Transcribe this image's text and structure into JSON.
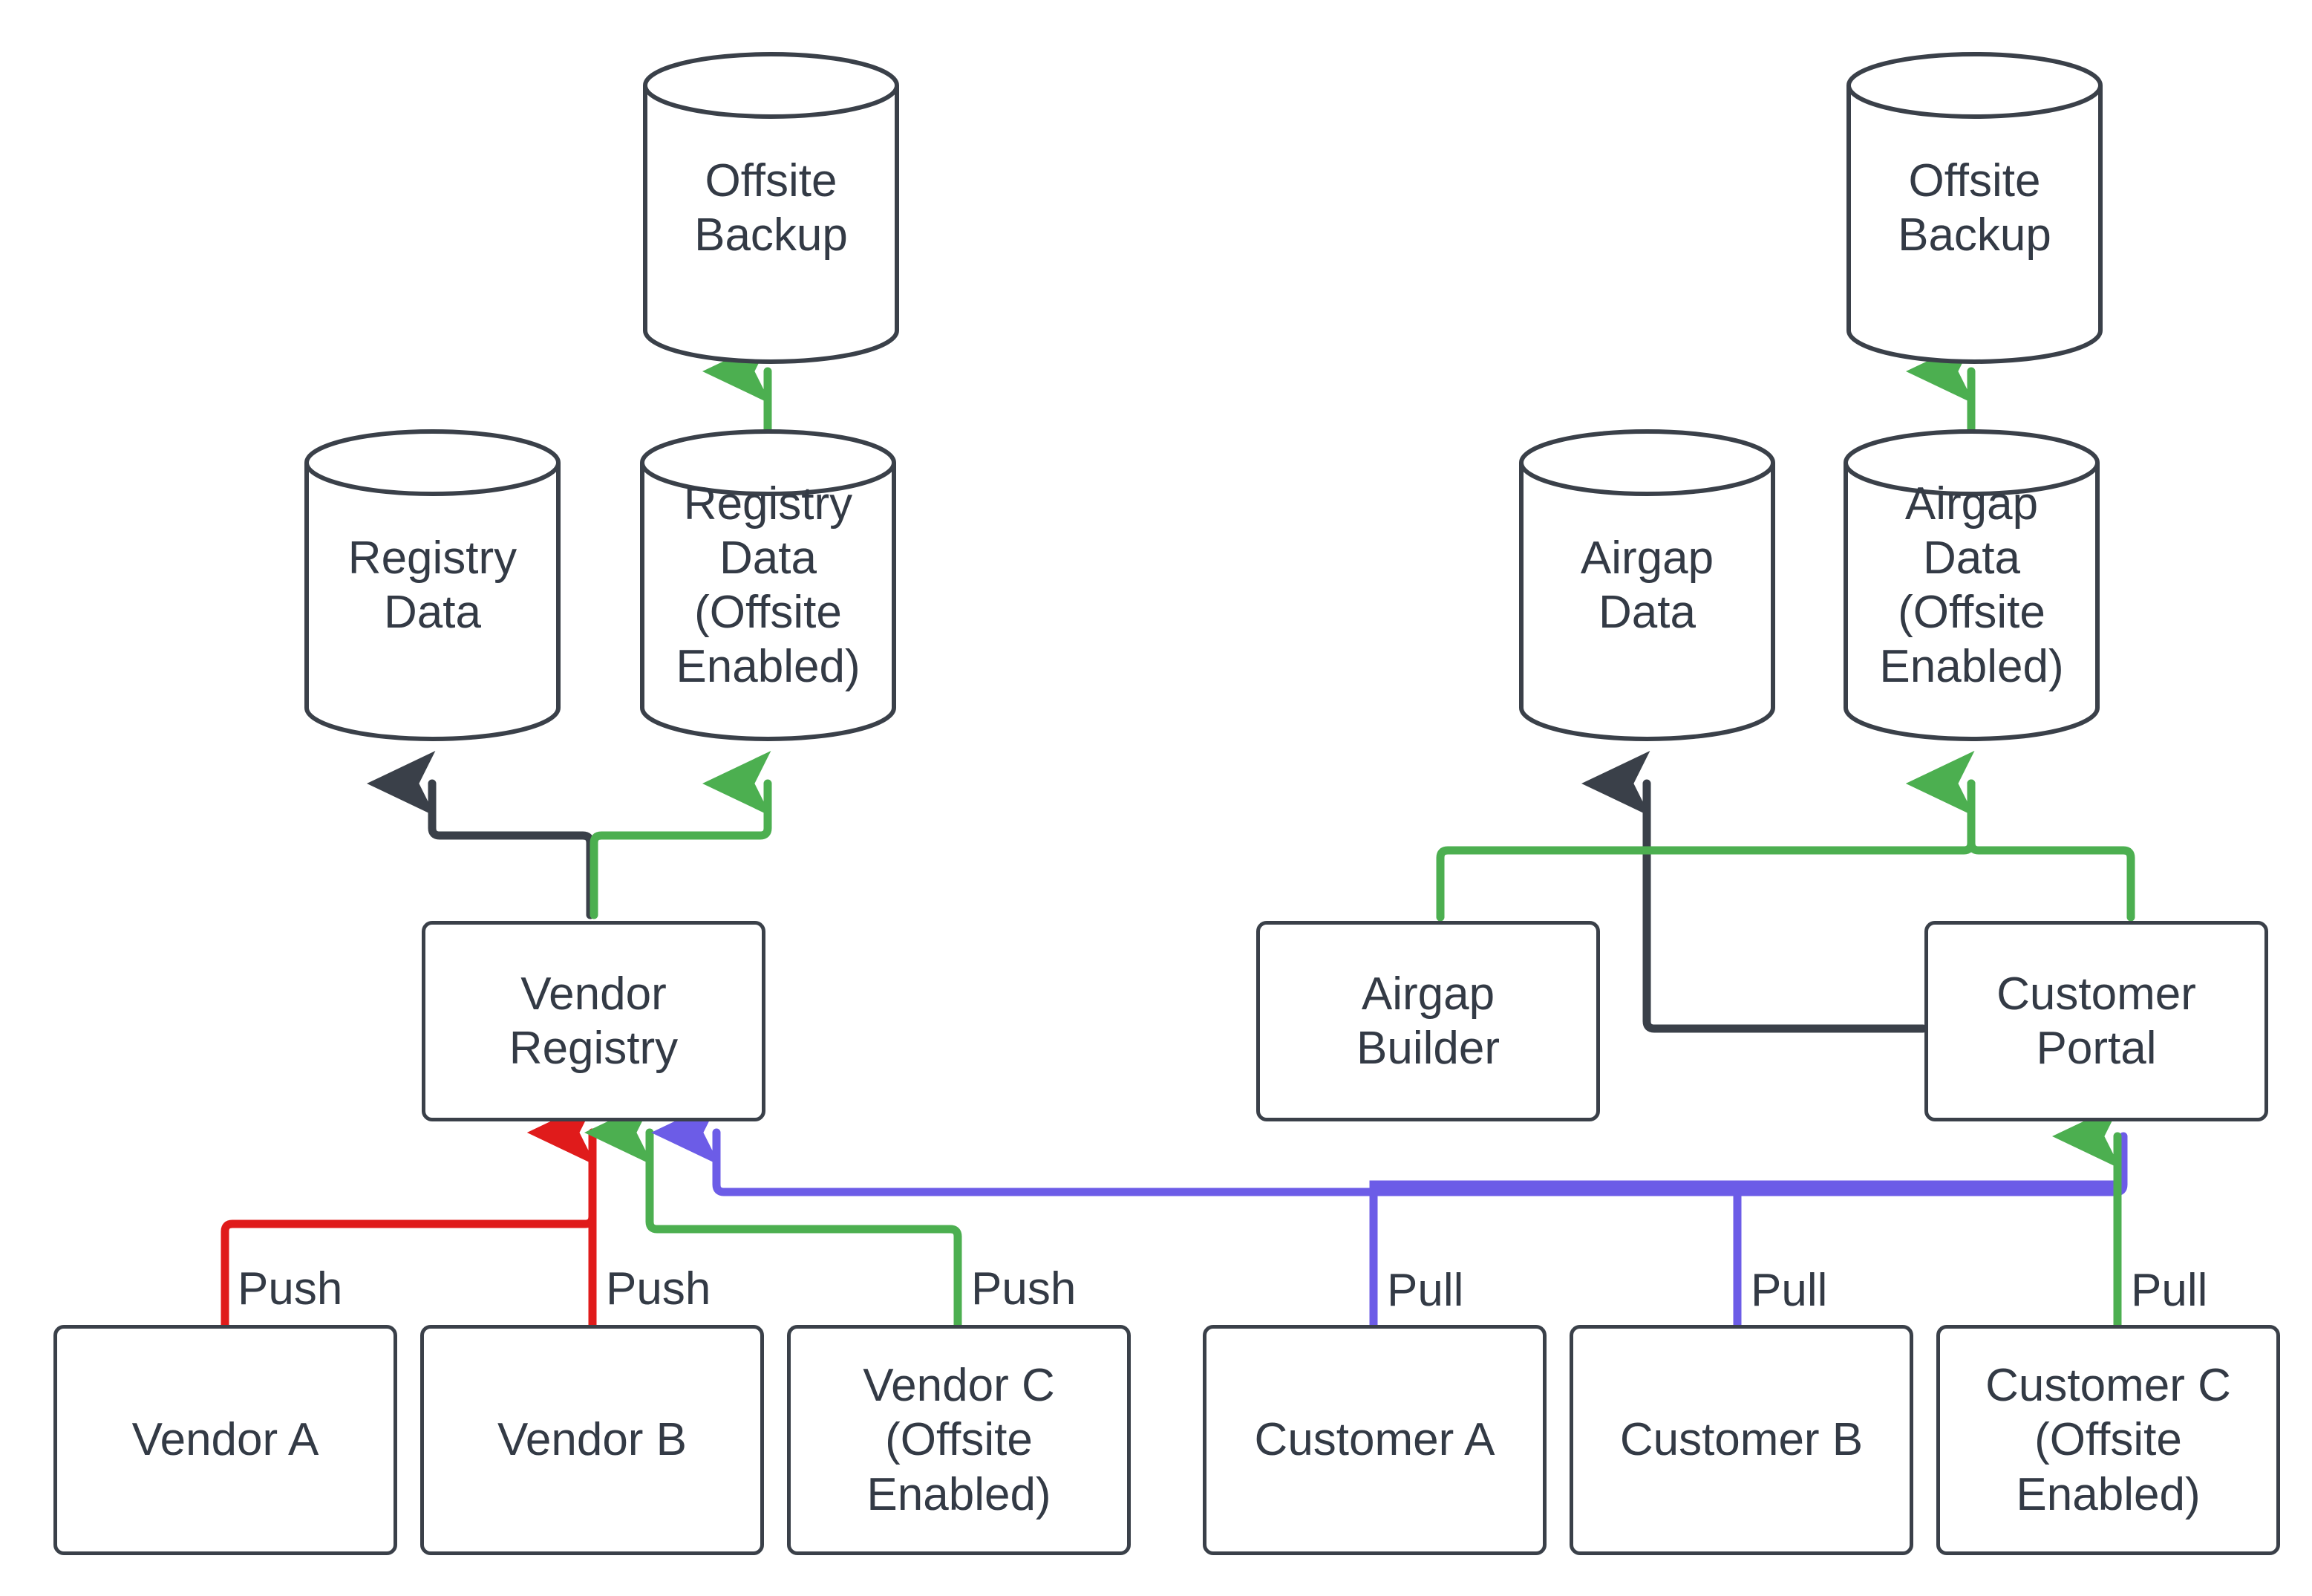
{
  "diagram": {
    "title": "Vendor Registry / Airgap Offsite Backup Flow",
    "colors": {
      "stroke": "#3a4049",
      "text": "#333a45",
      "background": "#ffffff",
      "push_primary": "#e01b1b",
      "offsite_green": "#4caf50",
      "pull_blue": "#6c5ce7",
      "dark_flow": "#3a4049"
    },
    "nodes": {
      "offsite_backup_left": {
        "label": "Offsite\nBackup",
        "shape": "cylinder"
      },
      "offsite_backup_right": {
        "label": "Offsite\nBackup",
        "shape": "cylinder"
      },
      "registry_data": {
        "label": "Registry\nData",
        "shape": "cylinder"
      },
      "registry_data_offsite": {
        "label": "Registry\nData\n(Offsite\nEnabled)",
        "shape": "cylinder"
      },
      "airgap_data": {
        "label": "Airgap\nData",
        "shape": "cylinder"
      },
      "airgap_data_offsite": {
        "label": "Airgap\nData\n(Offsite\nEnabled)",
        "shape": "cylinder"
      },
      "vendor_registry": {
        "label": "Vendor\nRegistry",
        "shape": "rect"
      },
      "airgap_builder": {
        "label": "Airgap\nBuilder",
        "shape": "rect"
      },
      "customer_portal": {
        "label": "Customer\nPortal",
        "shape": "rect"
      },
      "vendor_a": {
        "label": "Vendor A",
        "shape": "rect"
      },
      "vendor_b": {
        "label": "Vendor B",
        "shape": "rect"
      },
      "vendor_c": {
        "label": "Vendor C\n(Offsite\nEnabled)",
        "shape": "rect"
      },
      "customer_a": {
        "label": "Customer A",
        "shape": "rect"
      },
      "customer_b": {
        "label": "Customer B",
        "shape": "rect"
      },
      "customer_c": {
        "label": "Customer C\n(Offsite\nEnabled)",
        "shape": "rect"
      }
    },
    "edge_labels": {
      "vendor_a_push": "Push",
      "vendor_b_push": "Push",
      "vendor_c_push": "Push",
      "customer_a_pull": "Pull",
      "customer_b_pull": "Pull",
      "customer_c_pull": "Pull"
    },
    "edges": [
      {
        "from": "vendor_a",
        "to": "vendor_registry",
        "label": "Push",
        "color": "#e01b1b"
      },
      {
        "from": "vendor_b",
        "to": "vendor_registry",
        "label": "Push",
        "color": "#e01b1b"
      },
      {
        "from": "vendor_c",
        "to": "vendor_registry",
        "label": "Push",
        "color": "#4caf50"
      },
      {
        "from": "customer_a",
        "to": "customer_portal",
        "label": "Pull",
        "color": "#6c5ce7"
      },
      {
        "from": "customer_b",
        "to": "customer_portal",
        "label": "Pull",
        "color": "#6c5ce7"
      },
      {
        "from": "customer_c",
        "to": "customer_portal",
        "label": "Pull",
        "color": "#4caf50"
      },
      {
        "from": "customer_portal",
        "to": "vendor_registry",
        "label": "",
        "color": "#6c5ce7"
      },
      {
        "from": "vendor_registry",
        "to": "registry_data",
        "label": "",
        "color": "#3a4049"
      },
      {
        "from": "vendor_registry",
        "to": "registry_data_offsite",
        "label": "",
        "color": "#4caf50"
      },
      {
        "from": "registry_data_offsite",
        "to": "offsite_backup_left",
        "label": "",
        "color": "#4caf50"
      },
      {
        "from": "customer_portal",
        "to": "airgap_builder",
        "label": "",
        "color": "#3a4049"
      },
      {
        "from": "customer_portal",
        "to": "airgap_data",
        "label": "",
        "color": "#3a4049"
      },
      {
        "from": "airgap_builder",
        "to": "airgap_data_offsite",
        "label": "",
        "color": "#4caf50"
      },
      {
        "from": "customer_portal",
        "to": "airgap_data_offsite",
        "label": "",
        "color": "#4caf50"
      },
      {
        "from": "airgap_data_offsite",
        "to": "offsite_backup_right",
        "label": "",
        "color": "#4caf50"
      }
    ]
  }
}
